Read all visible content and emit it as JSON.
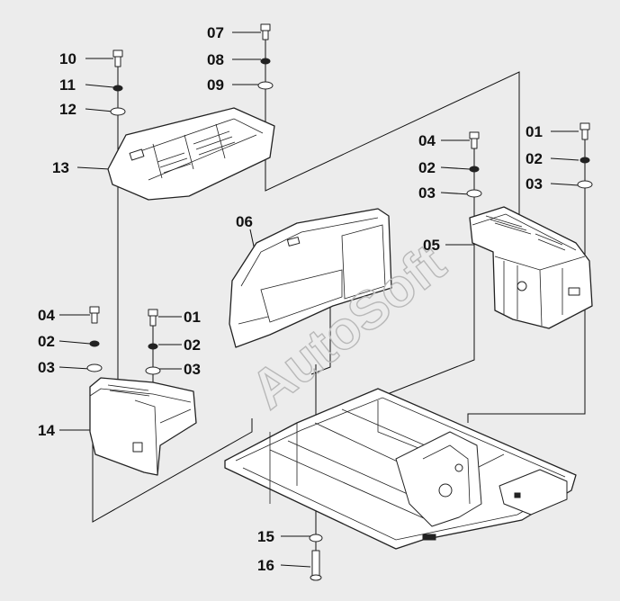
{
  "callouts": {
    "p01a": "01",
    "p02a": "02",
    "p03a": "03",
    "p04a": "04",
    "p02b": "02",
    "p03b": "03",
    "p05": "05",
    "p06": "06",
    "p07": "07",
    "p08": "08",
    "p09": "09",
    "p10": "10",
    "p11": "11",
    "p12": "12",
    "p13": "13",
    "p04c": "04",
    "p02c": "02",
    "p03c": "03",
    "p01d": "01",
    "p02d": "02",
    "p03d": "03",
    "p14": "14",
    "p15": "15",
    "p16": "16"
  },
  "watermark": "AutoSoft",
  "colors": {
    "background": "#ececec",
    "line": "#111111",
    "watermark": "#b8b8b8"
  }
}
